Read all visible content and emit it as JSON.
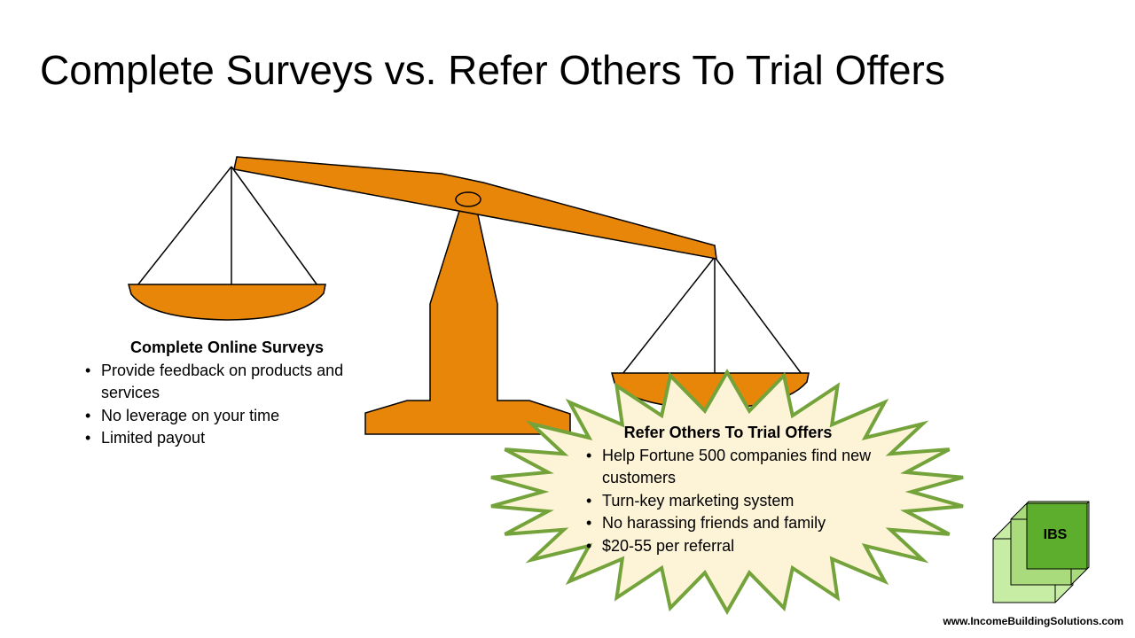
{
  "slide": {
    "title": "Complete Surveys vs. Refer Others To Trial Offers"
  },
  "left_option": {
    "heading": "Complete Online Surveys",
    "bullets": [
      "Provide feedback on products and services",
      "No leverage on your time",
      "Limited payout"
    ]
  },
  "right_option": {
    "heading": "Refer Others To Trial Offers",
    "bullets": [
      "Help Fortune 500 companies find new customers",
      "Turn-key marketing system",
      "No harassing friends and family",
      "$20-55 per referral"
    ]
  },
  "logo": {
    "text": "IBS"
  },
  "footer": {
    "website": "www.IncomeBuildingSolutions.com"
  },
  "icons": {
    "bullet": "•",
    "balance_scale": "balance-scale-icon",
    "starburst": "starburst-icon",
    "logo_cubes": "stacked-cubes-logo-icon"
  },
  "colors": {
    "scale_fill": "#E8860A",
    "scale_stroke": "#000000",
    "burst_fill": "#FDF3D6",
    "burst_stroke": "#73A33A",
    "logo_front": "#5DAE2C",
    "logo_back": "#C7EDA5"
  }
}
